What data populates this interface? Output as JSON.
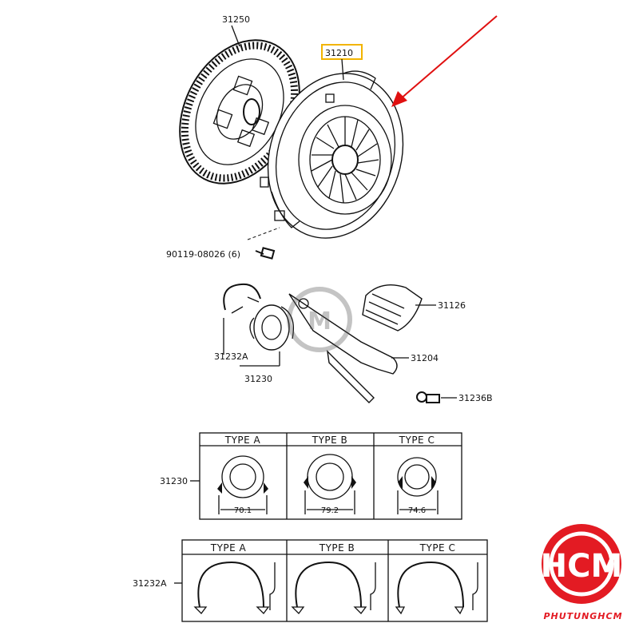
{
  "labels": {
    "disc": "31250",
    "cover": "31210",
    "bolt": "90119-08026 (6)",
    "boot": "31126",
    "fork": "31204",
    "clip": "31232A",
    "bearing": "31230",
    "ball_stud": "31236B"
  },
  "table_bearing": {
    "row_label": "31230",
    "types": [
      "TYPE  A",
      "TYPE  B",
      "TYPE  C"
    ],
    "dims": [
      "70.1",
      "79.2",
      "74.6"
    ]
  },
  "table_clip": {
    "row_label": "31232A",
    "types": [
      "TYPE  A",
      "TYPE  B",
      "TYPE  C"
    ]
  },
  "watermark": {
    "brand_text": "PHUTUNGHCM",
    "monogram": "HCM"
  },
  "colors": {
    "highlight_box": "#f2b400",
    "arrow": "#e01010",
    "logo": "#e31b23",
    "line": "#111111"
  }
}
